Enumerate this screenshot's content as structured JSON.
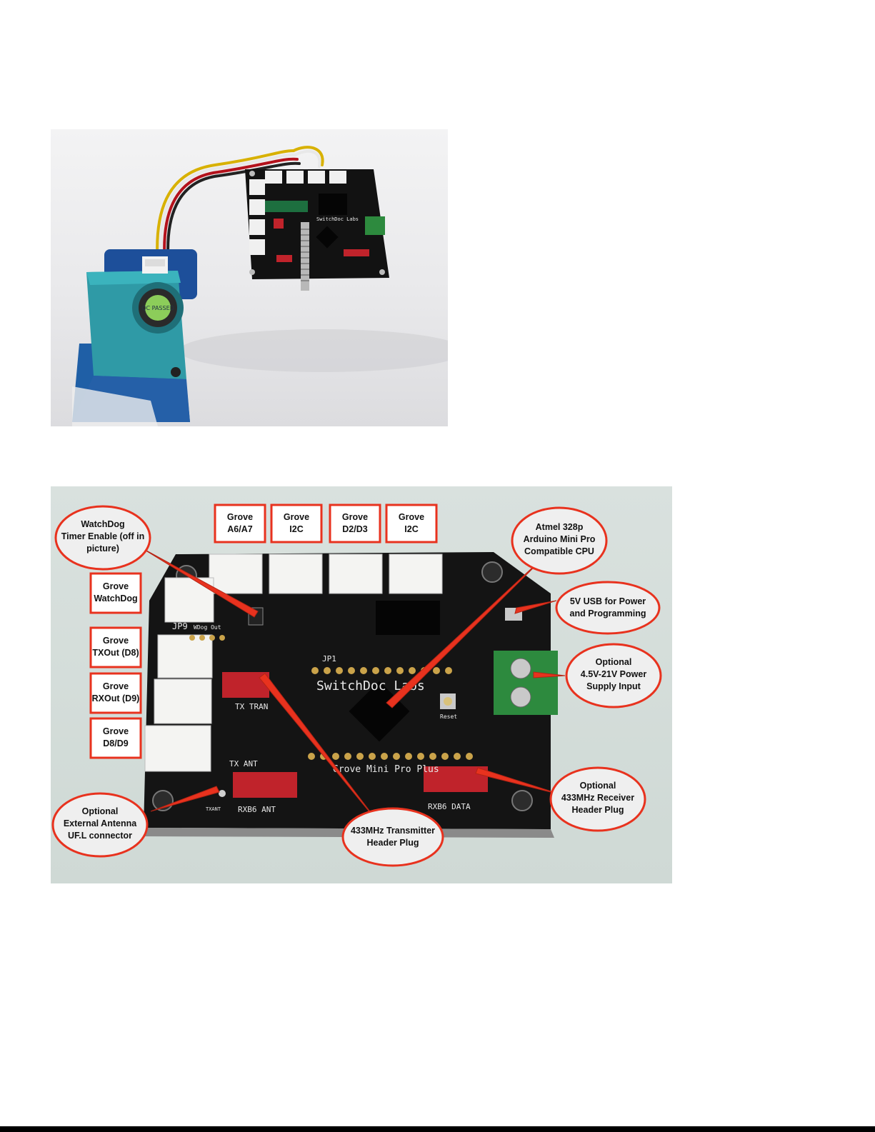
{
  "photo1": {
    "board_logo": "SwitchDoc Labs",
    "sensor_sticker": "QC PASSED"
  },
  "photo2": {
    "silkscreen": {
      "logo": "SwitchDoc Labs",
      "board_name": "Grove Mini Pro Plus",
      "jp9": "JP9",
      "wdog": "WDog Out",
      "jp1": "JP1",
      "tx_tran": "TX TRAN",
      "tx_ant": "TX ANT",
      "rxb6_ant": "RXB6 ANT",
      "rxb6_data": "RXB6 DATA",
      "reset": "Reset",
      "txant": "TXANT"
    },
    "boxes": [
      {
        "line1": "Grove",
        "line2": "A6/A7"
      },
      {
        "line1": "Grove",
        "line2": "I2C"
      },
      {
        "line1": "Grove",
        "line2": "D2/D3"
      },
      {
        "line1": "Grove",
        "line2": "I2C"
      },
      {
        "line1": "Grove",
        "line2": "WatchDog"
      },
      {
        "line1": "Grove",
        "line2": "TXOut (D8)"
      },
      {
        "line1": "Grove",
        "line2": "RXOut (D9)"
      },
      {
        "line1": "Grove",
        "line2": "D8/D9"
      }
    ],
    "callouts": {
      "watchdog": [
        "WatchDog",
        "Timer Enable (off in",
        "picture)"
      ],
      "atmel": [
        "Atmel 328p",
        "Arduino Mini Pro",
        "Compatible CPU"
      ],
      "usb": [
        "5V USB for Power",
        "and Programming"
      ],
      "power": [
        "Optional",
        "4.5V-21V Power",
        "Supply Input"
      ],
      "receiver": [
        "Optional",
        "433MHz Receiver",
        "Header Plug"
      ],
      "transmitter": [
        "433MHz Transmitter",
        "Header Plug"
      ],
      "antenna": [
        "Optional",
        "External Antenna",
        "UF.L connector"
      ]
    },
    "colors": {
      "callout_border": "#e8321e",
      "pcb": "#141414",
      "header_red": "#c0232b",
      "terminal_green": "#2d8a3e"
    }
  }
}
